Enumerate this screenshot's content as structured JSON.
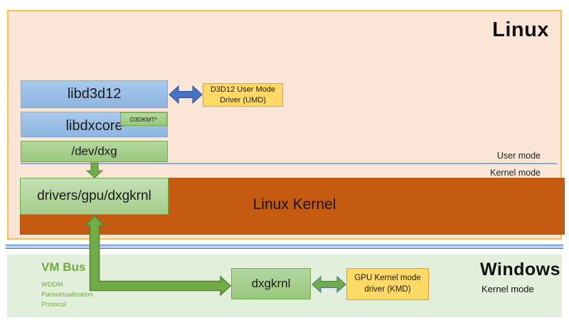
{
  "linux_section": {
    "title": "Linux",
    "boxes": {
      "libd3d12": "libd3d12",
      "umd_line1": "D3D12 User Mode",
      "umd_line2": "Driver (UMD)",
      "libdxcore": "libdxcore",
      "d3dkmt_badge": "D3DKMT*",
      "dev_dxg": "/dev/dxg",
      "drivers": "drivers/gpu/dxgkrnl",
      "linux_kernel": "Linux Kernel"
    },
    "labels": {
      "user_mode": "User mode",
      "kernel_mode": "Kernel mode"
    }
  },
  "windows_section": {
    "title": "Windows",
    "subtitle": "Kernel mode",
    "vm_bus": {
      "title": "VM Bus",
      "lines": [
        "WDDM",
        "Paravirtualization",
        "Protocol"
      ]
    },
    "boxes": {
      "dxgkrnl": "dxgkrnl",
      "kmd_line1": "GPU Kernel mode",
      "kmd_line2": "driver (KMD)"
    }
  },
  "colors": {
    "linux_bg": "#FBE5D6",
    "linux_border": "#F2C152",
    "windows_bg": "#E2EFDA",
    "blue_box": "#9DC3E6",
    "green_box": "#A9D18E",
    "yellow_box": "#FFD966",
    "yellow_border": "#EC9C33",
    "kernel_orange": "#C55A11",
    "arrow_blue": "#4472C4",
    "arrow_green": "#70AD47",
    "mode_divider": "#8EAADB",
    "vmbus_band": "#BDD0EE",
    "vmbus_text": "#6EAB45"
  }
}
